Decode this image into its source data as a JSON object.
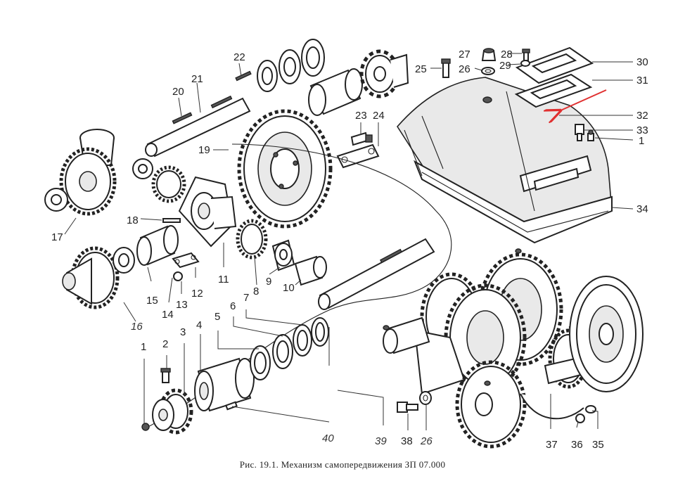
{
  "caption": "Рис. 19.1. Механизм самопередвижения ЗП 07.000",
  "colors": {
    "ink": "#222222",
    "arrow": "#e03030",
    "background": "#ffffff"
  },
  "callouts": {
    "n1": "1",
    "n1b": "1",
    "n2": "2",
    "n3": "3",
    "n4": "4",
    "n5": "5",
    "n6": "6",
    "n7": "7",
    "n8": "8",
    "n9": "9",
    "n10": "10",
    "n11": "11",
    "n12": "12",
    "n13": "13",
    "n14": "14",
    "n15": "15",
    "n16": "16",
    "n17": "17",
    "n18": "18",
    "n19": "19",
    "n20": "20",
    "n21": "21",
    "n22": "22",
    "n23": "23",
    "n24": "24",
    "n25": "25",
    "n26": "26",
    "n26b": "26",
    "n27": "27",
    "n28": "28",
    "n29": "29",
    "n30": "30",
    "n31": "31",
    "n32": "32",
    "n33": "33",
    "n34": "34",
    "n35": "35",
    "n36": "36",
    "n37": "37",
    "n38": "38",
    "n39": "39",
    "n40": "40"
  }
}
